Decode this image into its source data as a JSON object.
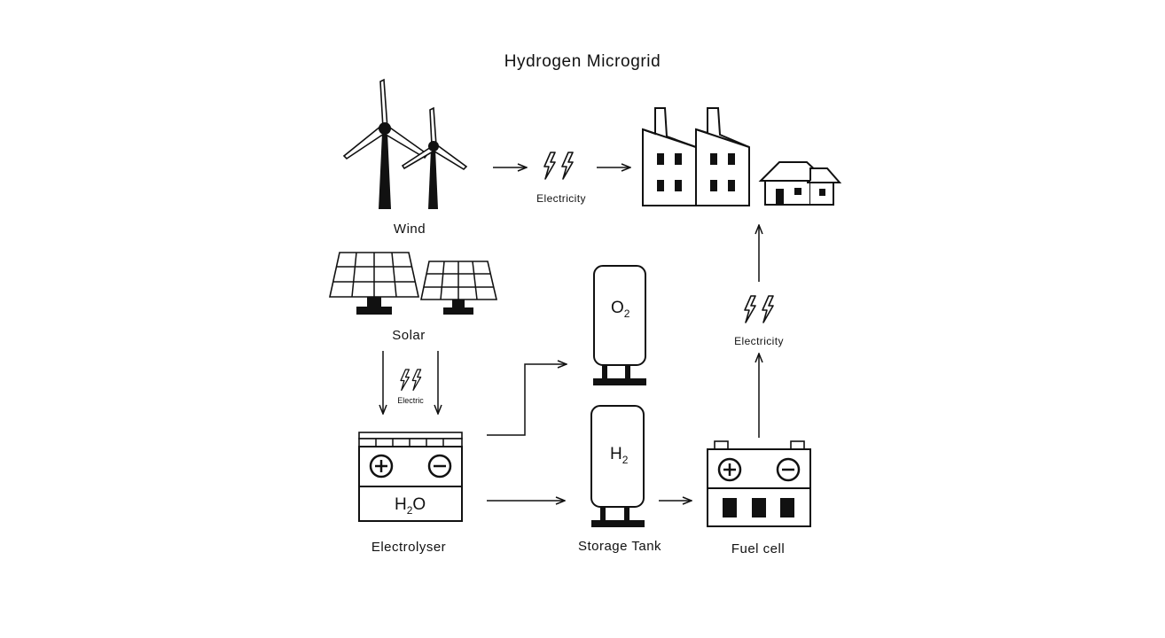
{
  "title": "Hydrogen Microgrid",
  "labels": {
    "wind": "Wind",
    "solar": "Solar",
    "electrolyser": "Electrolyser",
    "storage_tank": "Storage Tank",
    "fuel_cell": "Fuel cell",
    "electricity_top": "Electricity",
    "electricity_right": "Electricity",
    "electric_left": "Electric",
    "o2_main": "O",
    "o2_sub": "2",
    "h2_main": "H",
    "h2_sub": "2",
    "h2o_h": "H",
    "h2o_sub": "2",
    "h2o_o": "O"
  },
  "icons": [
    "wind-turbines-icon",
    "solar-panels-icon",
    "factory-icon",
    "houses-icon",
    "electrolyser-icon",
    "oxygen-tank-icon",
    "hydrogen-tank-icon",
    "fuel-cell-icon",
    "lightning-bolt-icon"
  ],
  "colors": {
    "stroke": "#111111",
    "background": "#ffffff"
  }
}
